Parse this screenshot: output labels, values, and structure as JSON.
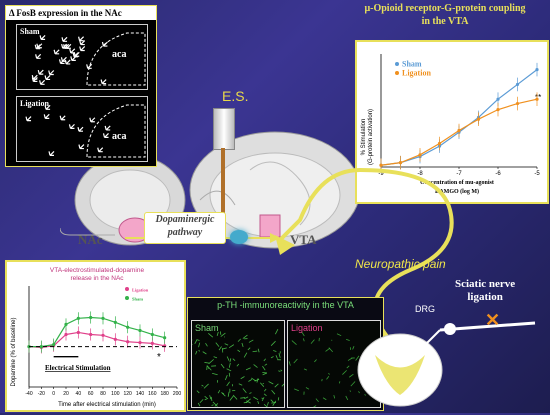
{
  "fosb": {
    "title": "Δ FosB  expression in the NAc",
    "top_label": "Sham",
    "top_region": "aca",
    "bottom_label": "Ligation",
    "bottom_region": "aca"
  },
  "mor": {
    "title_line1": "μ-Opioid receptor-G-protein coupling",
    "title_line2": "in the VTA",
    "ylabel_line1": "% Stimulation",
    "ylabel_line2": "(G-protein activation)",
    "xlabel_line1": "Concentration of mu-agonist",
    "xlabel_line2": "DAMGO (log M)",
    "significance": "**"
  },
  "es_label": "E.S.",
  "dopaminergic_label_line1": "Dopaminergic",
  "dopaminergic_label_line2": "pathway",
  "nac_label": "NAc",
  "vta_label": "VTA",
  "neuropathic_label": "Neuropathic pain",
  "dopamine": {
    "title_line1": "VTA-electrostimulated-dopamine",
    "title_line2": "release in the NAc",
    "ylabel": "Dopamine (% of baseline)",
    "xlabel": "Time after electrical stimulation (min)",
    "es_label": "Electrical Stimulation",
    "significance": "*"
  },
  "pth": {
    "title": "p-TH -immunoreactivity in the VTA",
    "sham_label": "Sham",
    "ligation_label": "Ligation"
  },
  "sciatic_line1": "Sciatic nerve",
  "sciatic_line2": "ligation",
  "drg_label": "DRG",
  "colors": {
    "accent_yellow": "#e8e05a",
    "sham_blue": "#5b9bd5",
    "ligation_orange": "#f0901e",
    "ligation_pink": "#e0408a",
    "sham_green": "#33b24a"
  },
  "chart_data": [
    {
      "type": "line",
      "title": "μ-Opioid receptor-G-protein coupling in the VTA",
      "xlabel": "Concentration of mu-agonist DAMGO (log M)",
      "ylabel": "% Stimulation (G-protein activation)",
      "x": [
        -9,
        -8.5,
        -8,
        -7.5,
        -7,
        -6.5,
        -6,
        -5.5,
        -5
      ],
      "xticks": [
        -9,
        -8,
        -7,
        -6,
        -5
      ],
      "xlim": [
        -9,
        -5
      ],
      "ylim": [
        0,
        130
      ],
      "yticks": [
        0,
        20,
        40,
        60,
        80,
        100,
        120
      ],
      "series": [
        {
          "name": "Sham",
          "color": "#5b9bd5",
          "values": [
            2,
            5,
            12,
            24,
            40,
            57,
            78,
            95,
            112
          ]
        },
        {
          "name": "Ligation",
          "color": "#f0901e",
          "values": [
            2,
            5,
            14,
            27,
            42,
            55,
            66,
            73,
            78
          ]
        }
      ],
      "legend": "top-left"
    },
    {
      "type": "line",
      "title": "VTA-electrostimulated-dopamine release in the NAc",
      "xlabel": "Time after electrical stimulation (min)",
      "ylabel": "Dopamine (% of baseline)",
      "x": [
        -40,
        -20,
        0,
        20,
        40,
        60,
        80,
        100,
        120,
        140,
        160,
        180
      ],
      "xticks": [
        -40,
        -20,
        0,
        20,
        40,
        60,
        80,
        100,
        120,
        140,
        160,
        180,
        200
      ],
      "xlim": [
        -40,
        200
      ],
      "ylim": [
        0,
        250
      ],
      "yticks": [
        0,
        50,
        100,
        150,
        200,
        250
      ],
      "series": [
        {
          "name": "Ligation",
          "color": "#e0408a",
          "values": [
            100,
            98,
            102,
            130,
            135,
            130,
            128,
            118,
            112,
            110,
            108,
            102
          ]
        },
        {
          "name": "Sham",
          "color": "#33b24a",
          "values": [
            100,
            100,
            105,
            155,
            170,
            172,
            170,
            160,
            148,
            140,
            130,
            122
          ]
        }
      ],
      "legend": "top-right"
    }
  ]
}
